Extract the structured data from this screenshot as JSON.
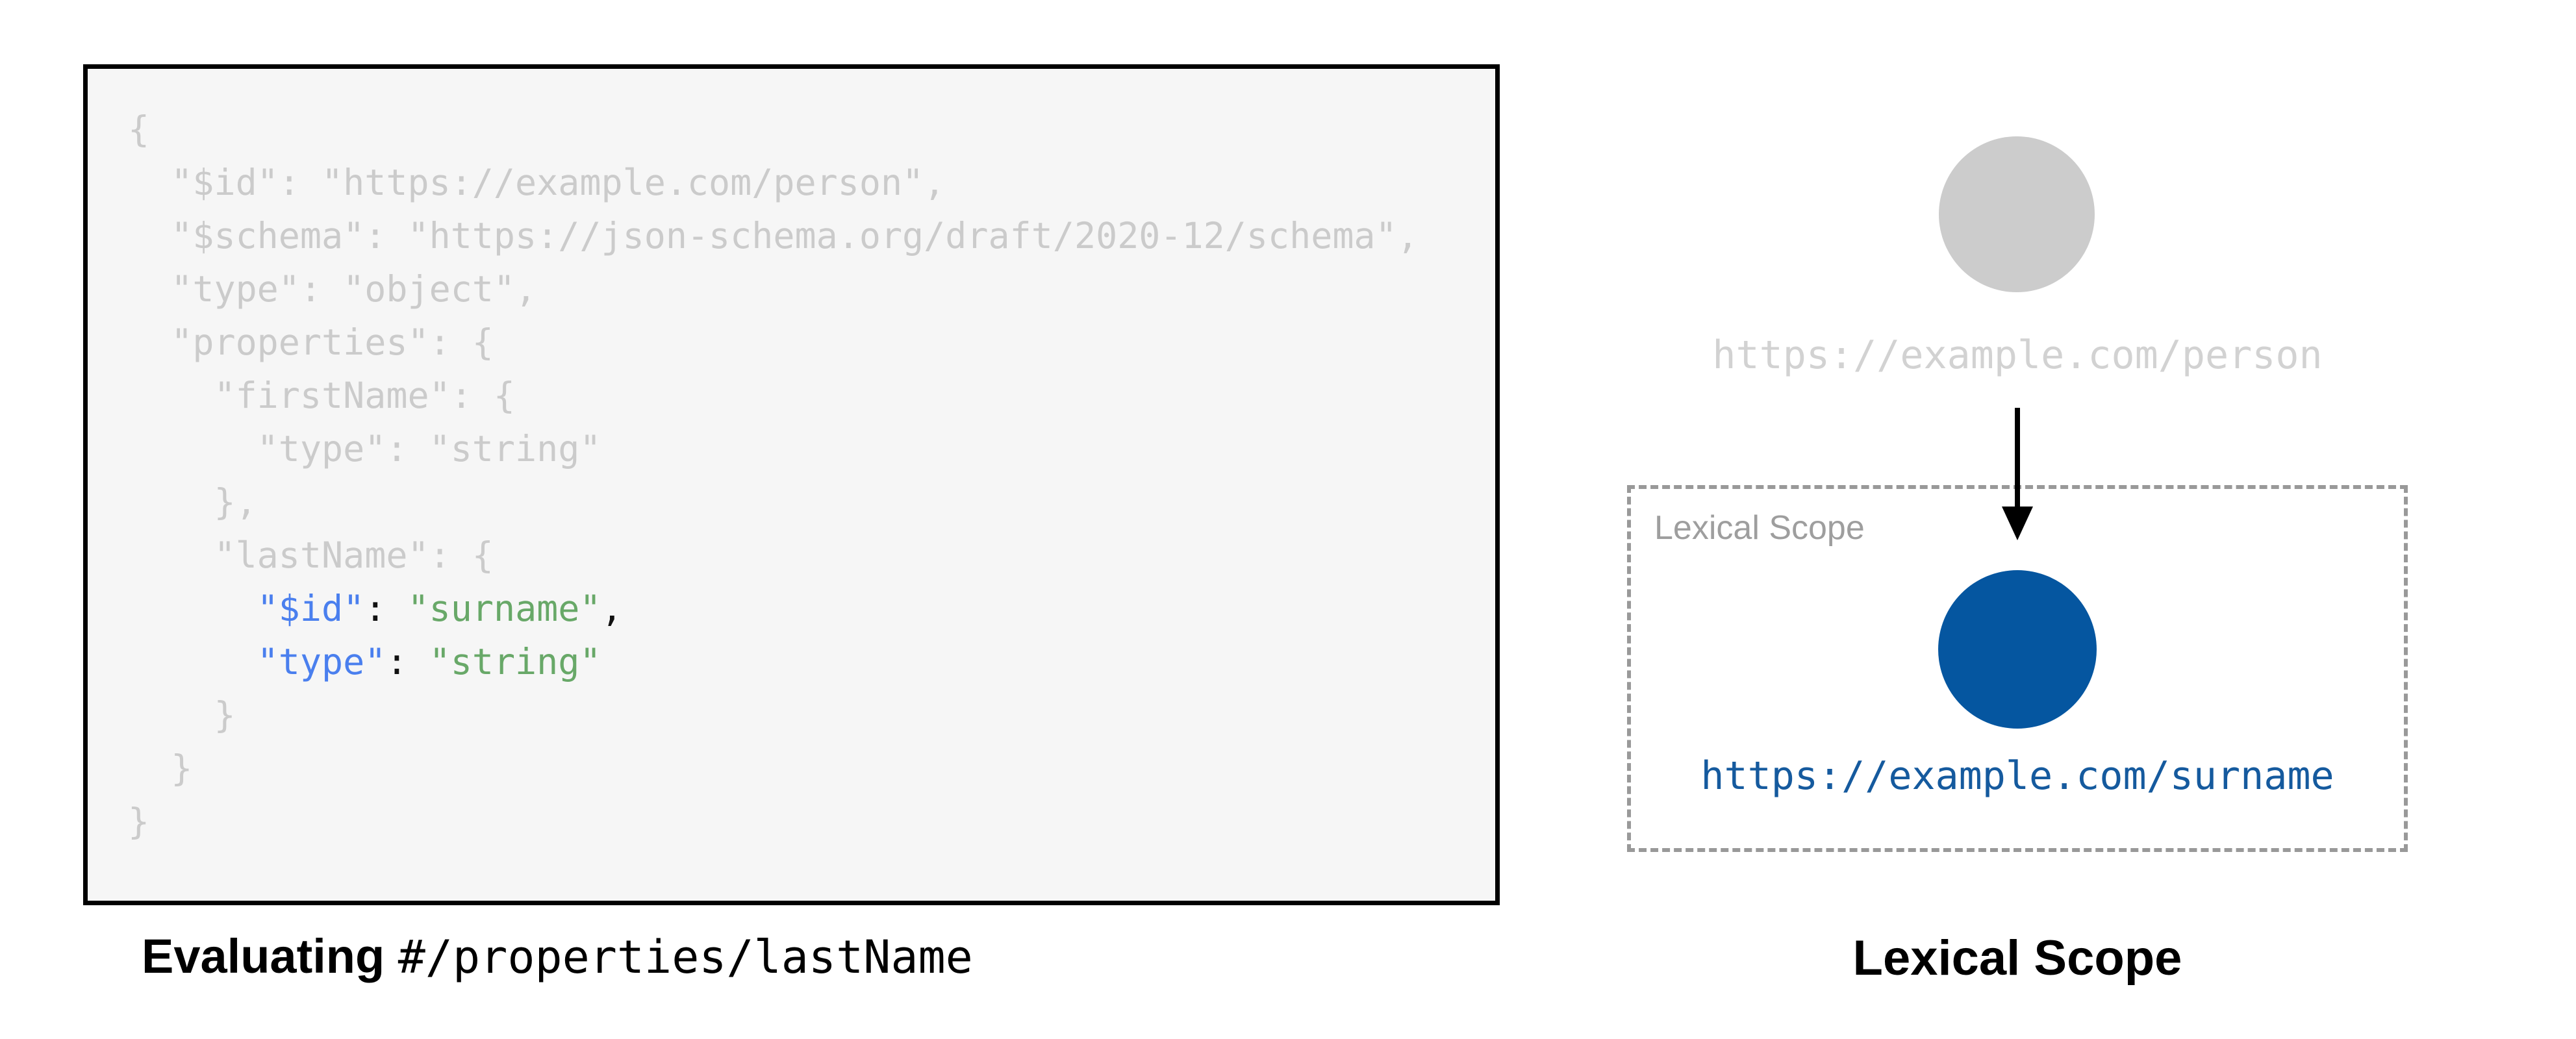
{
  "left_panel": {
    "code_block": {
      "background": "#f6f6f6",
      "border_color": "#000000",
      "colors": {
        "muted": "#cbcbcb",
        "key": "#4a7fee",
        "string": "#68a868",
        "punct": "#111111"
      },
      "lines": [
        [
          [
            "muted",
            "{"
          ]
        ],
        [
          [
            "muted",
            "  \"$id\": \"https://example.com/person\","
          ]
        ],
        [
          [
            "muted",
            "  \"$schema\": \"https://json-schema.org/draft/2020-12/schema\","
          ]
        ],
        [
          [
            "muted",
            "  \"type\": \"object\","
          ]
        ],
        [
          [
            "muted",
            "  \"properties\": {"
          ]
        ],
        [
          [
            "muted",
            "    \"firstName\": {"
          ]
        ],
        [
          [
            "muted",
            "      \"type\": \"string\""
          ]
        ],
        [
          [
            "muted",
            "    },"
          ]
        ],
        [
          [
            "muted",
            "    \"lastName\": {"
          ]
        ],
        [
          [
            "muted",
            "      "
          ],
          [
            "key",
            "\"$id\""
          ],
          [
            "punct",
            ": "
          ],
          [
            "string",
            "\"surname\""
          ],
          [
            "punct",
            ","
          ]
        ],
        [
          [
            "muted",
            "      "
          ],
          [
            "key",
            "\"type\""
          ],
          [
            "punct",
            ": "
          ],
          [
            "string",
            "\"string\""
          ]
        ],
        [
          [
            "muted",
            "    }"
          ]
        ],
        [
          [
            "muted",
            "  }"
          ]
        ],
        [
          [
            "muted",
            "}"
          ]
        ]
      ]
    },
    "caption": {
      "bold_part": "Evaluating",
      "mono_part": "#/properties/lastName"
    }
  },
  "right_panel": {
    "parent_node": {
      "label": "https://example.com/person",
      "fill_color": "#cccccc",
      "label_color": "#d2d2d2"
    },
    "arrow": {
      "color": "#000000"
    },
    "scope_box": {
      "label": "Lexical Scope",
      "border_color": "#999999",
      "label_color": "#9e9e9e"
    },
    "child_node": {
      "label": "https://example.com/surname",
      "fill_color": "#0556a0",
      "label_color": "#155a9e"
    },
    "caption": "Lexical Scope"
  }
}
